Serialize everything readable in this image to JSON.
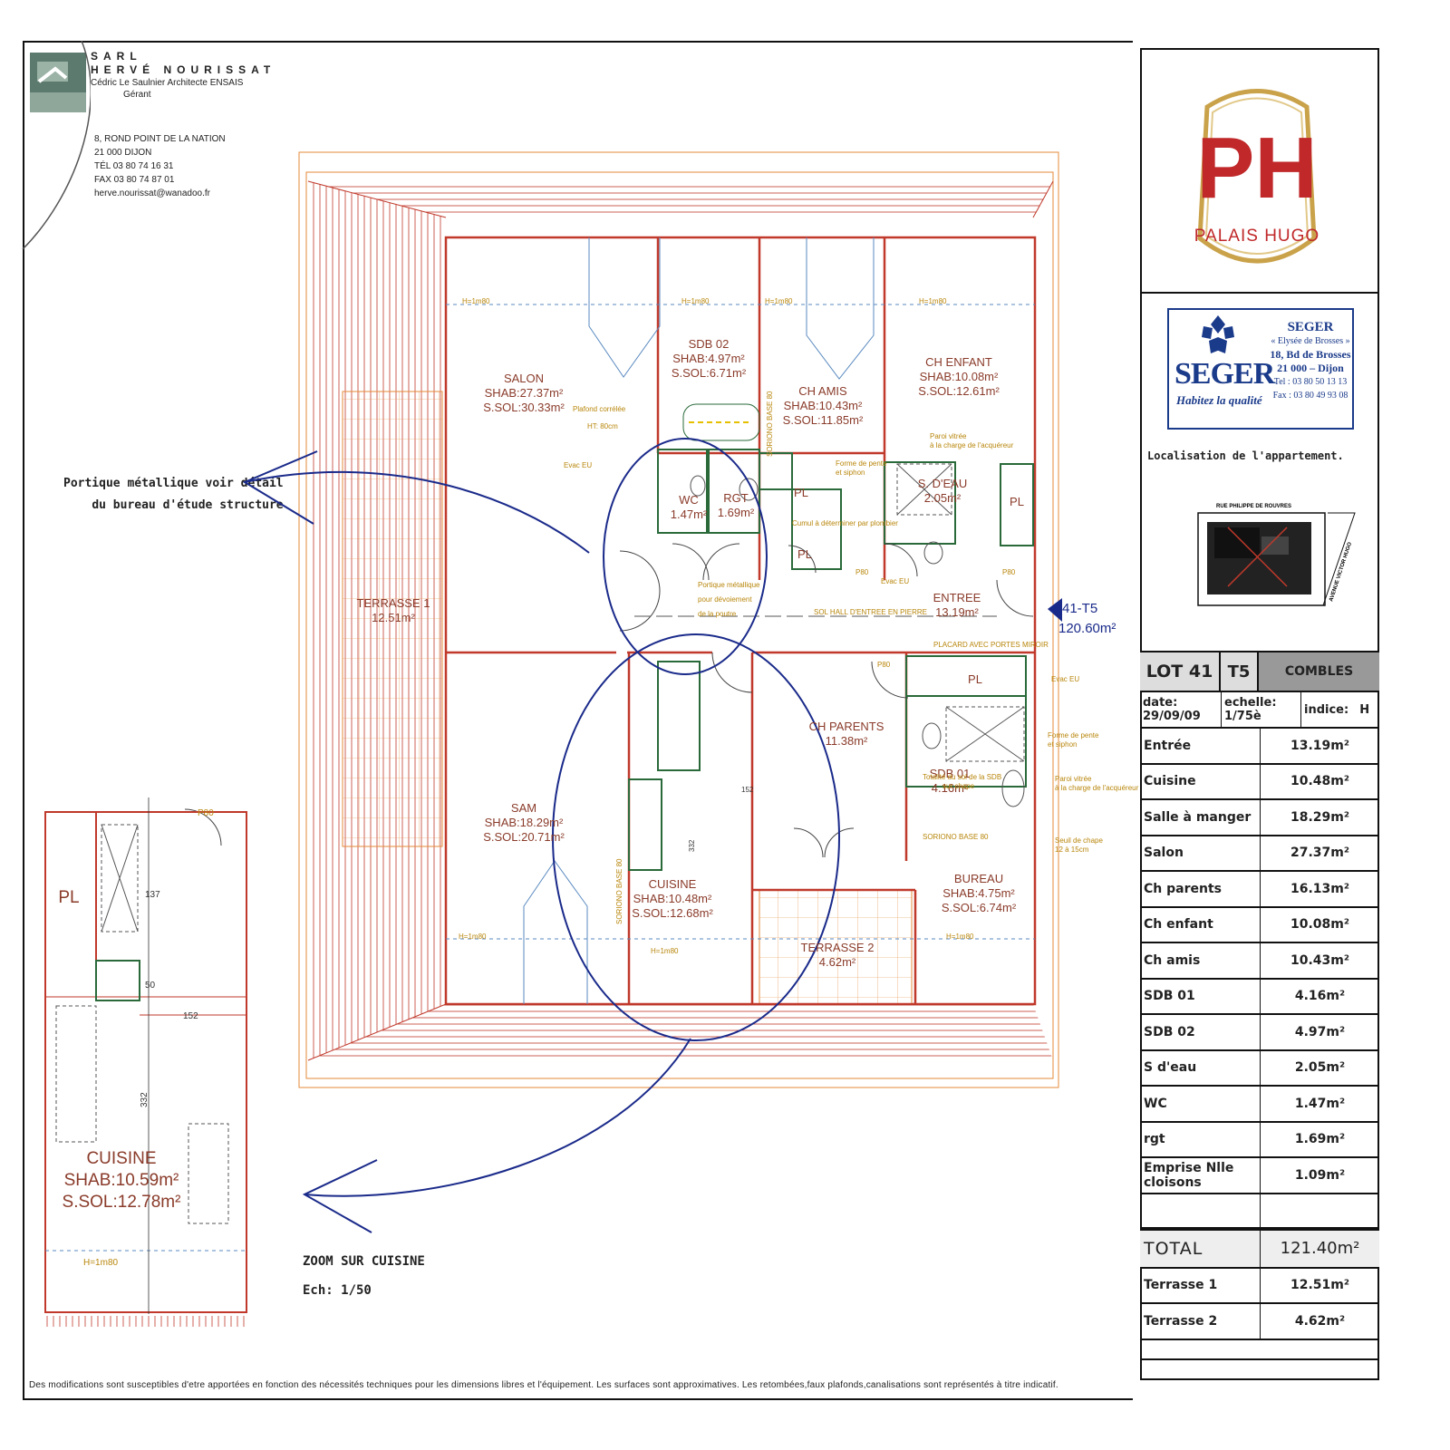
{
  "architect": {
    "company": "SARL",
    "name": "HERVÉ NOURISSAT",
    "line1": "Cédric Le Saulnier Architecte ENSAIS",
    "line2": "Gérant",
    "address": [
      "8, ROND POINT DE LA NATION",
      "21 000 DIJON",
      "TÉL  03 80 74 16 31",
      "FAX  03 80 74 87 01",
      "herve.nourissat@wanadoo.fr"
    ]
  },
  "brand": {
    "palais": "PALAIS HUGO",
    "monogram": "PH"
  },
  "seger": {
    "logo": "SEGER",
    "slogan": "Habitez la qualité",
    "name": "SEGER",
    "sub": "« Elysée de Brosses »",
    "street": "18, Bd de Brosses",
    "city": "21 000 – Dijon",
    "tel": "Tel : 03 80 50 13 13",
    "fax": "Fax : 03 80 49 93 08"
  },
  "localisation": {
    "title": "Localisation de l'appartement.",
    "street_top": "RUE PHILIPPE DE ROUVRES",
    "street_side": "AVENUE VICTOR HUGO"
  },
  "lot": {
    "lot": "LOT 41",
    "type": "T5",
    "level": "COMBLES",
    "date": "date: 29/09/09",
    "scale": "echelle: 1/75è",
    "index_label": "indice:",
    "index_value": "H"
  },
  "areas": [
    {
      "k": "Entrée",
      "v": "13.19m²"
    },
    {
      "k": "Cuisine",
      "v": "10.48m²"
    },
    {
      "k": "Salle à manger",
      "v": "18.29m²"
    },
    {
      "k": "Salon",
      "v": "27.37m²"
    },
    {
      "k": "Ch parents",
      "v": "16.13m²"
    },
    {
      "k": "Ch enfant",
      "v": "10.08m²"
    },
    {
      "k": "Ch amis",
      "v": "10.43m²"
    },
    {
      "k": "SDB 01",
      "v": "4.16m²"
    },
    {
      "k": "SDB 02",
      "v": "4.97m²"
    },
    {
      "k": "S d'eau",
      "v": "2.05m²"
    },
    {
      "k": "WC",
      "v": "1.47m²"
    },
    {
      "k": "rgt",
      "v": "1.69m²"
    },
    {
      "k": "Emprise Nlle cloisons",
      "v": "1.09m²"
    }
  ],
  "total": {
    "k": "TOTAL",
    "v": "121.40m²"
  },
  "terraces": [
    {
      "k": "Terrasse 1",
      "v": "12.51m²"
    },
    {
      "k": "Terrasse 2",
      "v": "4.62m²"
    }
  ],
  "callouts": {
    "portique": [
      "Portique métallique voir détail",
      "du bureau d'étude structure"
    ],
    "zoom": [
      "ZOOM SUR CUISINE",
      "Ech: 1/50"
    ]
  },
  "plan": {
    "salon": [
      "SALON",
      "SHAB:27.37m²",
      "S.SOL:30.33m²"
    ],
    "sdb02": [
      "SDB 02",
      "SHAB:4.97m²",
      "S.SOL:6.71m²"
    ],
    "chamis": [
      "CH AMIS",
      "SHAB:10.43m²",
      "S.SOL:11.85m²"
    ],
    "chenfant": [
      "CH ENFANT",
      "SHAB:10.08m²",
      "S.SOL:12.61m²"
    ],
    "wc": [
      "WC",
      "1.47m²"
    ],
    "rgt": [
      "RGT",
      "1.69m²"
    ],
    "seau": [
      "S. D'EAU",
      "2.05m²"
    ],
    "terrasse1": [
      "TERRASSE 1",
      "12.51m²"
    ],
    "entree": [
      "ENTREE",
      "13.19m²"
    ],
    "lotlabel": [
      "41-T5",
      "120.60m²"
    ],
    "chparents": [
      "CH PARENTS",
      "11.38m²"
    ],
    "sdb01": [
      "SDB 01",
      "4.16m²"
    ],
    "sam": [
      "SAM",
      "SHAB:18.29m²",
      "S.SOL:20.71m²"
    ],
    "cuisine": [
      "CUISINE",
      "SHAB:10.48m²",
      "S.SOL:12.68m²"
    ],
    "bureau": [
      "BUREAU",
      "SHAB:4.75m²",
      "S.SOL:6.74m²"
    ],
    "terrasse2": [
      "TERRASSE 2",
      "4.62m²"
    ],
    "zoom_cuisine": [
      "CUISINE",
      "SHAB:10.59m²",
      "S.SOL:12.78m²"
    ],
    "pl": "PL",
    "small": {
      "hall": "SOL HALL D'ENTREE EN PIERRE",
      "placard": "PLACARD AVEC PORTES MIROIR",
      "evac": "Evac EU",
      "portique": [
        "Portique métallique",
        "pour dévoiement",
        "de la poutre"
      ],
      "forme": [
        "Forme de pente",
        "et siphon"
      ],
      "paroi": [
        "Paroi vitrée",
        "à la charge de l'acquéreur"
      ],
      "seuil": [
        "Seuil de chape",
        "12 à 15cm"
      ],
      "soriono": "SORIONO BASE 80",
      "h180": "H=1m80",
      "cumul": "Cumul à déterminer par plombier",
      "dim152": "152",
      "dim332": "332",
      "dim50": "50",
      "dim137": "137",
      "p80": "P80",
      "plafond": [
        "Plafond corrélée",
        "HT: 80cm"
      ],
      "totalite": [
        "Totalité du sol de la SDB",
        "sur chape"
      ]
    }
  },
  "footer": "Des modifications sont susceptibles d'etre apportées en fonction des nécessités techniques pour les dimensions libres et l'équipement. Les surfaces sont approximatives. Les retombées,faux plafonds,canalisations sont représentés à titre indicatif.",
  "colors": {
    "wall": "#c0392b",
    "orange": "#e58a3a",
    "label": "#8a3b2a",
    "blue": "#1a2a8a",
    "green": "#2a6a3a",
    "brandred": "#c0282a",
    "brandgold": "#c9a24a"
  }
}
